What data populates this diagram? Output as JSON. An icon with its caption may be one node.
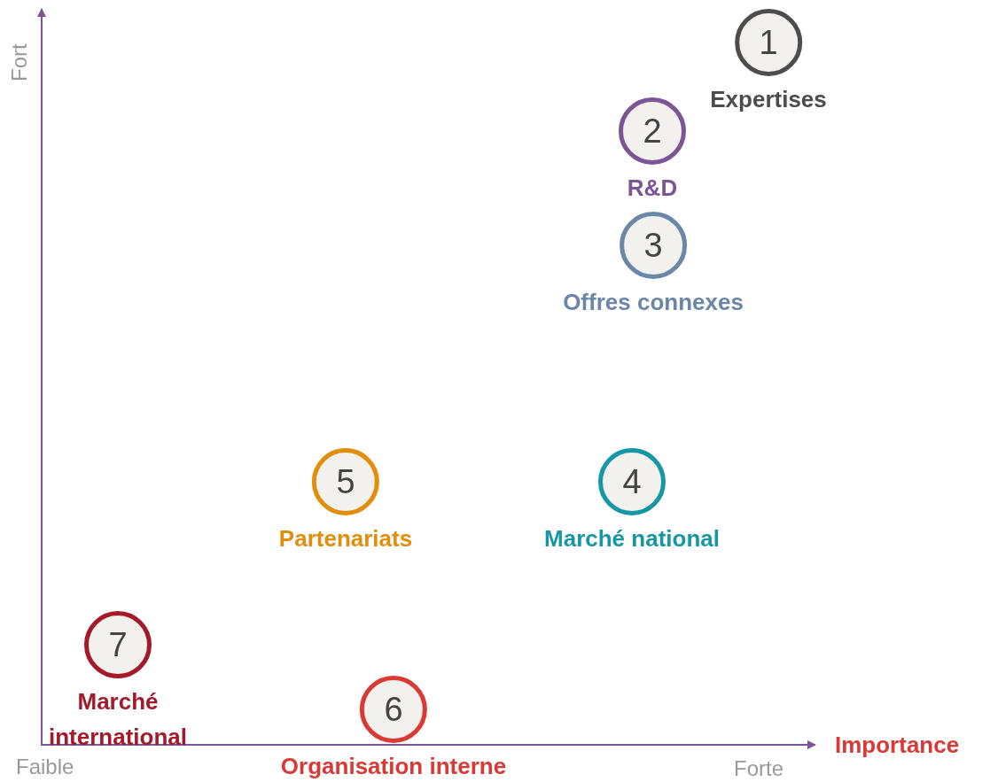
{
  "diagram": {
    "nodes": [
      {
        "text": [
          "1",
          "Expertises"
        ]
      },
      {
        "text": [
          "2",
          "R&D"
        ]
      },
      {
        "text": [
          "3",
          "Offres connexes"
        ]
      },
      {
        "text": [
          "5",
          "Partenariats"
        ]
      },
      {
        "text": [
          "4",
          "Marché national"
        ]
      },
      {
        "text": [
          "7",
          "Marché international"
        ]
      },
      {
        "text": [
          "6",
          "Organisation interne"
        ]
      }
    ],
    "edges": [],
    "labels": [
      "Fort",
      "Importance",
      "Faible",
      "Forte"
    ]
  }
}
